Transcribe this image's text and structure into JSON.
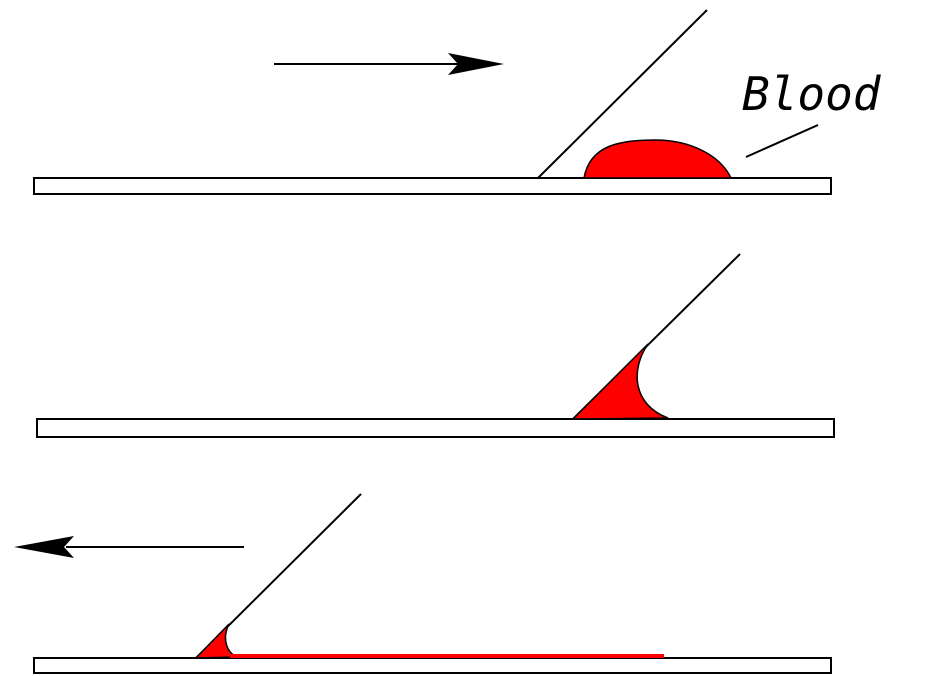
{
  "labels": {
    "blood": "Blood"
  },
  "colors": {
    "blood": "#ff0000",
    "outline": "#000000",
    "slide_fill": "#ffffff"
  },
  "panels": [
    {
      "step": 1,
      "arrow_direction": "right"
    },
    {
      "step": 2,
      "arrow_direction": "none"
    },
    {
      "step": 3,
      "arrow_direction": "left"
    }
  ]
}
